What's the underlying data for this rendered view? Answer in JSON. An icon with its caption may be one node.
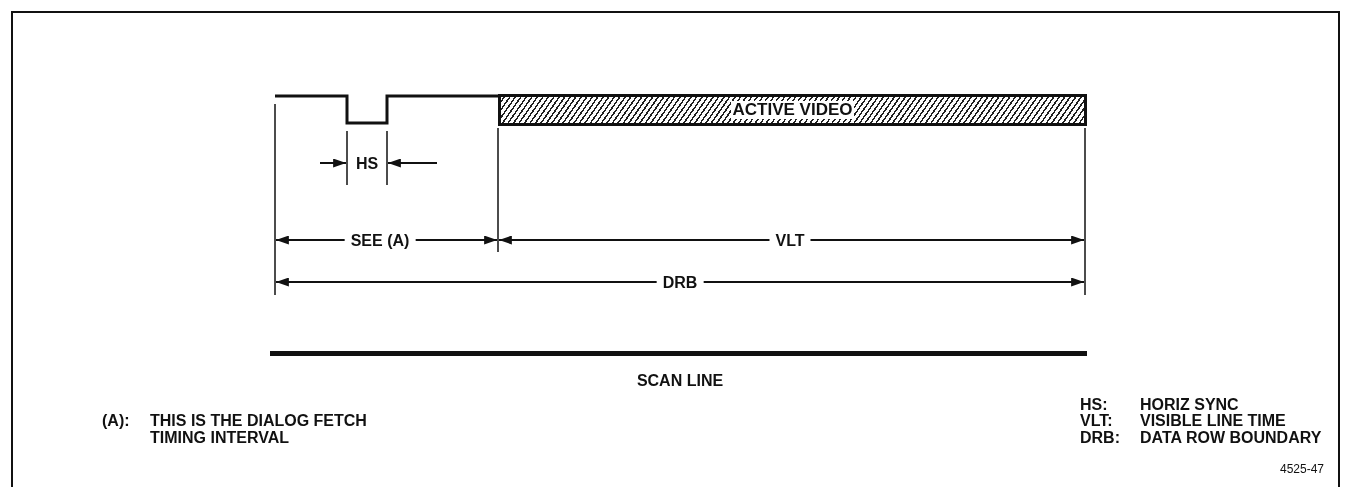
{
  "diagram": {
    "nodes": [
      {
        "text": [
          "ACTIVE VIDEO"
        ]
      }
    ],
    "labels": [
      "HS",
      "SEE (A)",
      "VLT",
      "DRB",
      "SCAN LINE",
      "HS:",
      "HORIZ SYNC",
      "(A):",
      "THIS IS THE DIALOG FETCH TIMING INTERVAL",
      "VLT:",
      "VISIBLE LINE TIME",
      "DRB:",
      "DATA ROW BOUNDARY",
      "4525-47"
    ]
  }
}
